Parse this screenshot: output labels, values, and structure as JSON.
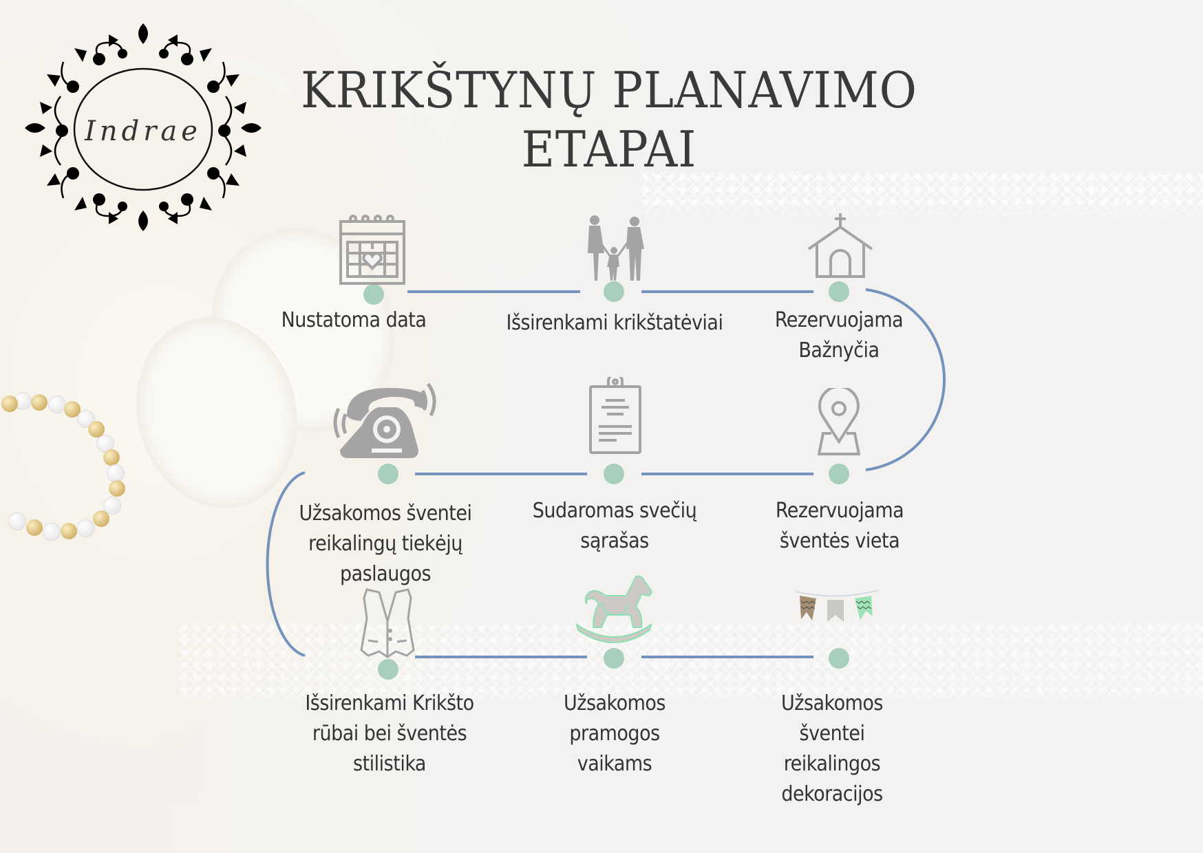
{
  "brand": {
    "logo_text": "Indrae"
  },
  "title": {
    "line1": "KRIKŠTYNŲ PLANAVIMO",
    "line2": "ETAPAI"
  },
  "colors": {
    "dot": "#a8cfbd",
    "line": "#7393bd",
    "icon": "#a4a4a4",
    "text": "#333333"
  },
  "steps": [
    {
      "label": "Nustatoma data",
      "icon": "calendar-heart-icon"
    },
    {
      "label": "Išsirenkami krikštatėviai",
      "icon": "family-icon"
    },
    {
      "label": "Rezervuojama\nBažnyčia",
      "icon": "church-icon"
    },
    {
      "label": "Rezervuojama\nšventės vieta",
      "icon": "location-pin-icon"
    },
    {
      "label": "Sudaromas svečių\nsąrašas",
      "icon": "clipboard-icon"
    },
    {
      "label": "Užsakomos šventei\nreikalingų tiekėjų\npaslaugos",
      "icon": "telephone-icon"
    },
    {
      "label": "Išsirenkami Krikšto\nrūbai bei šventės\nstilistika",
      "icon": "vest-icon"
    },
    {
      "label": "Užsakomos\npramogos\nvaikams",
      "icon": "rocking-horse-icon"
    },
    {
      "label": "Užsakomos\nšventei\nreikalingos\ndekoracijos",
      "icon": "bunting-icon"
    }
  ]
}
